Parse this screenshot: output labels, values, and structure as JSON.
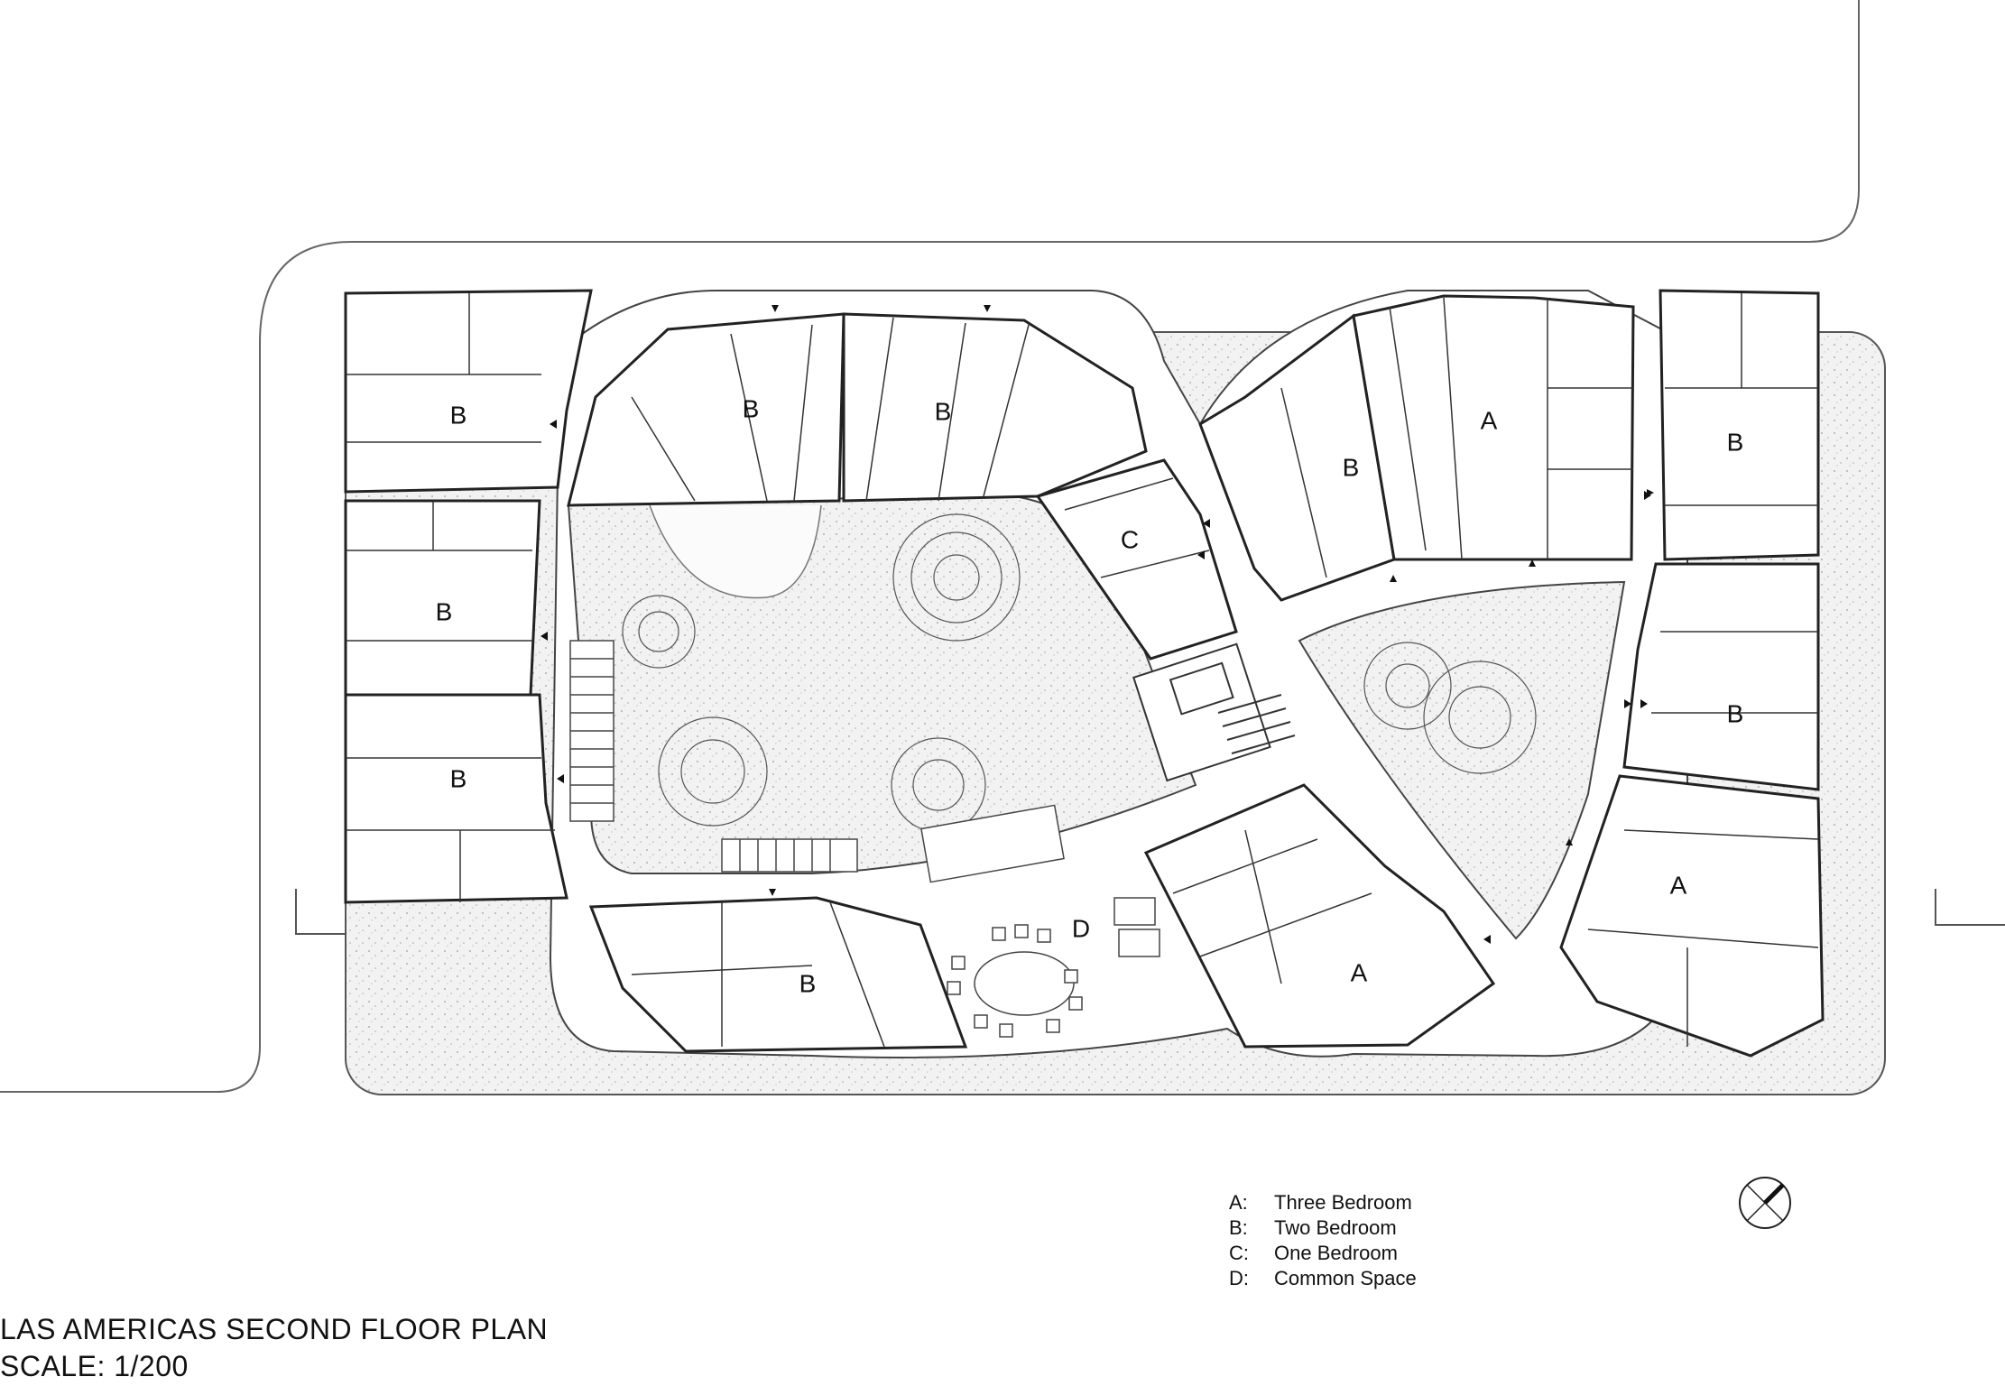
{
  "plan": {
    "title": "LAS AMERICAS SECOND FLOOR PLAN",
    "scale": "SCALE: 1/200",
    "units": [
      {
        "id": "u1",
        "label": "B"
      },
      {
        "id": "u2",
        "label": "B"
      },
      {
        "id": "u3",
        "label": "B"
      },
      {
        "id": "u4",
        "label": "B"
      },
      {
        "id": "u5",
        "label": "B"
      },
      {
        "id": "u6",
        "label": "C"
      },
      {
        "id": "u7",
        "label": "B"
      },
      {
        "id": "u8",
        "label": "A"
      },
      {
        "id": "u9",
        "label": "B"
      },
      {
        "id": "u10",
        "label": "B"
      },
      {
        "id": "u11",
        "label": "A"
      },
      {
        "id": "u12",
        "label": "A"
      },
      {
        "id": "u13",
        "label": "B"
      },
      {
        "id": "u14",
        "label": "D"
      }
    ],
    "legend": [
      {
        "key": "A:",
        "text": "Three Bedroom"
      },
      {
        "key": "B:",
        "text": "Two Bedroom"
      },
      {
        "key": "C:",
        "text": "One Bedroom"
      },
      {
        "key": "D:",
        "text": "Common Space"
      }
    ],
    "north_arrow_icon": "north-arrow-icon"
  }
}
